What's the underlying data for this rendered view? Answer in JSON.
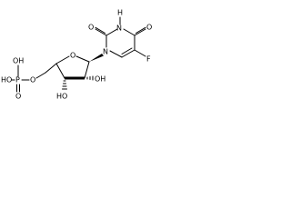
{
  "molecule": {
    "atoms": {
      "phosphate_oh_top": "OH",
      "phosphate_ho_left": "HO",
      "phosphorus": "P",
      "phosphate_oxo": "O",
      "ester_oxygen": "O",
      "ring_oxygen": "O",
      "hydroxyl_3": "HO",
      "hydroxyl_2": "OH",
      "n1": "N",
      "n3_h": "H",
      "n3": "N",
      "carbonyl_2_o": "O",
      "carbonyl_4_o": "O",
      "fluorine": "F"
    },
    "colors": {
      "ink": "#000000",
      "background": "#ffffff"
    }
  }
}
